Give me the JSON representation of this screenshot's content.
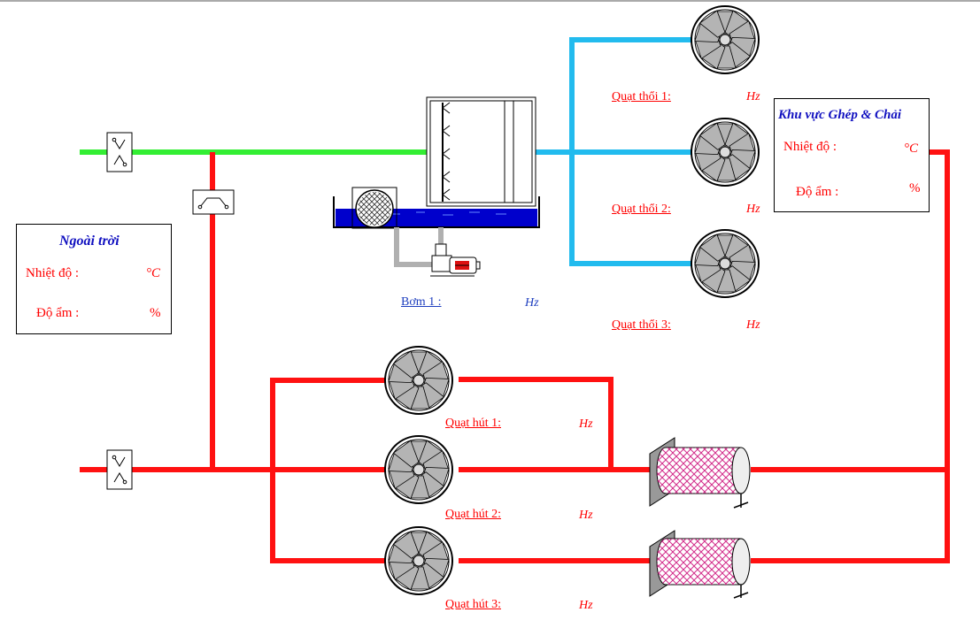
{
  "outdoor": {
    "title": "Ngoài trời",
    "temp_label": "Nhiệt độ :",
    "temp_unit": "°C",
    "hum_label": "Độ ẩm :",
    "hum_unit": "%"
  },
  "zone": {
    "title": "Khu vực Ghép & Chải",
    "temp_label": "Nhiệt độ :",
    "temp_unit": "°C",
    "hum_label": "Độ ẩm :",
    "hum_unit": "%"
  },
  "pump": {
    "label": "Bơm 1 :",
    "unit": "Hz"
  },
  "supply_fans": [
    {
      "label": "Quạt thổi 1:",
      "unit": "Hz"
    },
    {
      "label": "Quạt thổi 2:",
      "unit": "Hz"
    },
    {
      "label": "Quạt thổi 3:",
      "unit": "Hz"
    }
  ],
  "exhaust_fans": [
    {
      "label": "Quạt hút 1:",
      "unit": "Hz"
    },
    {
      "label": "Quạt hút 2:",
      "unit": "Hz"
    },
    {
      "label": "Quạt hút 3:",
      "unit": "Hz"
    }
  ],
  "colors": {
    "fresh_air": "#33ee33",
    "supply_air": "#22bbee",
    "return_air": "#ff1111",
    "water": "#0000cc",
    "pump_pipe": "#b0b0b0",
    "filter_mesh": "#d22a8a"
  }
}
